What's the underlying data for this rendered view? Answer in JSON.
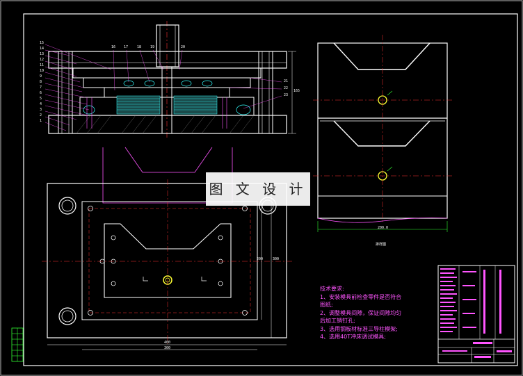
{
  "watermark": "图 文 设 计",
  "tech_requirements": {
    "heading": "技术要求:",
    "items": [
      "1、安装模具前检查零件是否符合",
      "图纸;",
      "2、调整模具间隙，保证间隙均匀",
      "后加工销钉孔;",
      "3、选用钢板材标准三导柱模架;",
      "4、选用40T冲床调试模具;"
    ]
  },
  "part_numbers_left": [
    "15",
    "14",
    "13",
    "12",
    "11",
    "10",
    "9",
    "8",
    "7",
    "6",
    "5",
    "4",
    "3",
    "2",
    "1"
  ],
  "part_numbers_top": [
    "16",
    "17",
    "18",
    "19",
    "20"
  ],
  "part_numbers_right": [
    "21",
    "22",
    "23"
  ],
  "dimensions": {
    "section_height": "165",
    "plan_width": "400",
    "plan_width_2": "300",
    "plan_height": "300",
    "plan_height_2": "200",
    "strip_width": "200.0",
    "strip_caption": "排样图"
  },
  "colors": {
    "frame": "#ffffff",
    "part": "#ffffff",
    "center_line": "#ff3333",
    "magenta": "#ff55ff",
    "green": "#33ff33",
    "cyan": "#33ffff",
    "yellow": "#ffff33"
  }
}
